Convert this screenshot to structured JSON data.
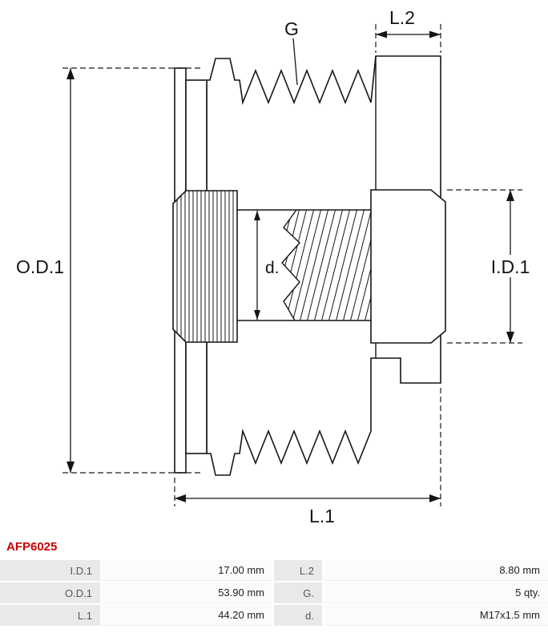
{
  "part_number": "AFP6025",
  "drawing": {
    "labels": {
      "od1": "O.D.1",
      "id1": "I.D.1",
      "l1": "L.1",
      "l2": "L.2",
      "g": "G",
      "d": "d."
    }
  },
  "table": {
    "rows": [
      {
        "label1": "I.D.1",
        "value1": "17.00 mm",
        "label2": "L.2",
        "value2": "8.80 mm"
      },
      {
        "label1": "O.D.1",
        "value1": "53.90 mm",
        "label2": "G.",
        "value2": "5 qty."
      },
      {
        "label1": "L.1",
        "value1": "44.20 mm",
        "label2": "d.",
        "value2": "M17x1.5 mm"
      }
    ]
  },
  "colors": {
    "part_number_red": "#cc0000",
    "line": "#151515",
    "label_cell_bg": "#e9e9e9",
    "value_cell_bg": "#fbfbfb"
  }
}
